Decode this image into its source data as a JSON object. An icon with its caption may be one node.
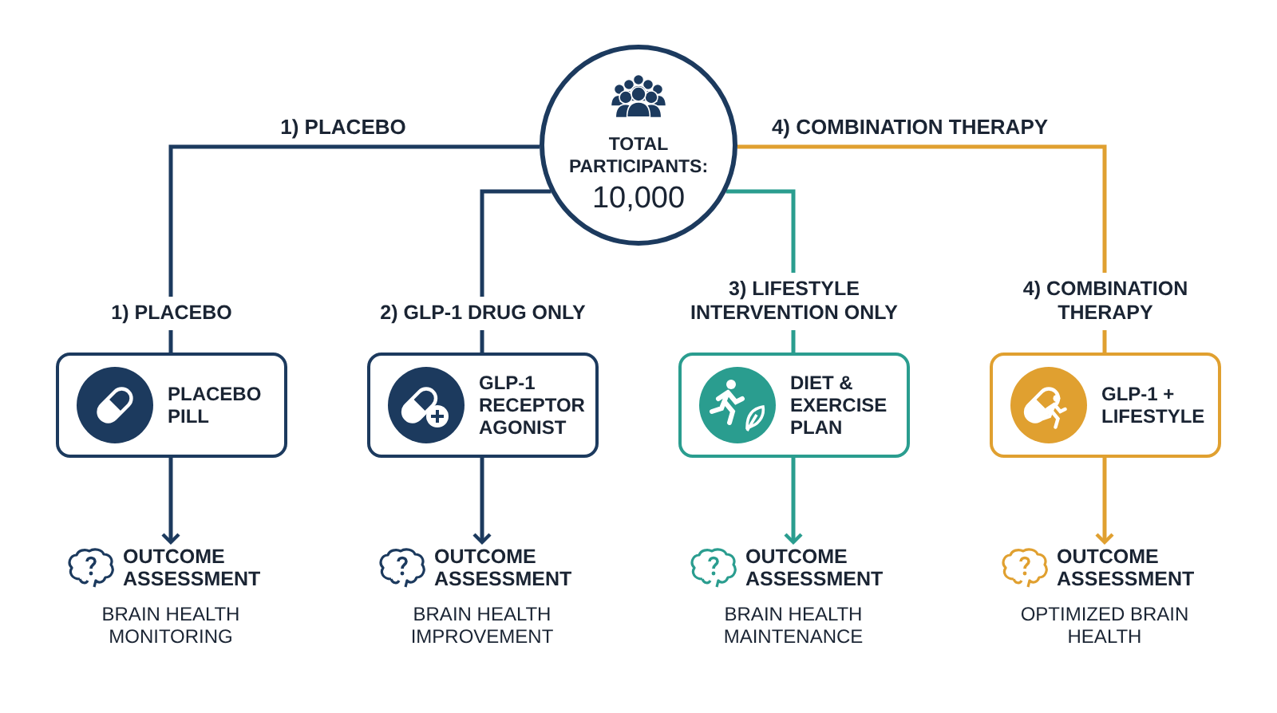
{
  "diagram": {
    "nodes": [
      {
        "text": [
          "TOTAL PARTICIPANTS:",
          "10,000"
        ]
      },
      {
        "text": [
          "PLACEBO PILL"
        ],
        "beside": [
          "1) PLACEBO"
        ]
      },
      {
        "text": [
          "GLP-1 RECEPTOR AGONIST"
        ],
        "beside": [
          "2) GLP-1 DRUG ONLY"
        ]
      },
      {
        "text": [
          "DIET & EXERCISE PLAN"
        ],
        "beside": [
          "3) LIFESTYLE INTERVENTION ONLY"
        ]
      },
      {
        "text": [
          "GLP-1 + LIFESTYLE"
        ],
        "beside": [
          "4) COMBINATION THERAPY"
        ]
      },
      {
        "text": [
          "OUTCOME ASSESSMENT",
          "BRAIN HEALTH MONITORING"
        ]
      },
      {
        "text": [
          "OUTCOME ASSESSMENT",
          "BRAIN HEALTH IMPROVEMENT"
        ]
      },
      {
        "text": [
          "OUTCOME ASSESSMENT",
          "BRAIN HEALTH MAINTENANCE"
        ]
      },
      {
        "text": [
          "OUTCOME ASSESSMENT",
          "OPTIMIZED BRAIN HEALTH"
        ]
      }
    ],
    "edges": [
      {
        "from": 0,
        "to": 1,
        "arrow": "none",
        "label": "1) PLACEBO"
      },
      {
        "from": 0,
        "to": 2,
        "arrow": "none"
      },
      {
        "from": 0,
        "to": 3,
        "arrow": "none",
        "color": "#2a9d8f"
      },
      {
        "from": 0,
        "to": 4,
        "arrow": "none",
        "label": "4) COMBINATION THERAPY",
        "color": "#e0a030"
      },
      {
        "from": 1,
        "to": 5,
        "arrow": "to"
      },
      {
        "from": 2,
        "to": 6,
        "arrow": "to"
      },
      {
        "from": 3,
        "to": 7,
        "arrow": "to",
        "color": "#2a9d8f"
      },
      {
        "from": 4,
        "to": 8,
        "arrow": "to",
        "color": "#e0a030"
      }
    ]
  }
}
